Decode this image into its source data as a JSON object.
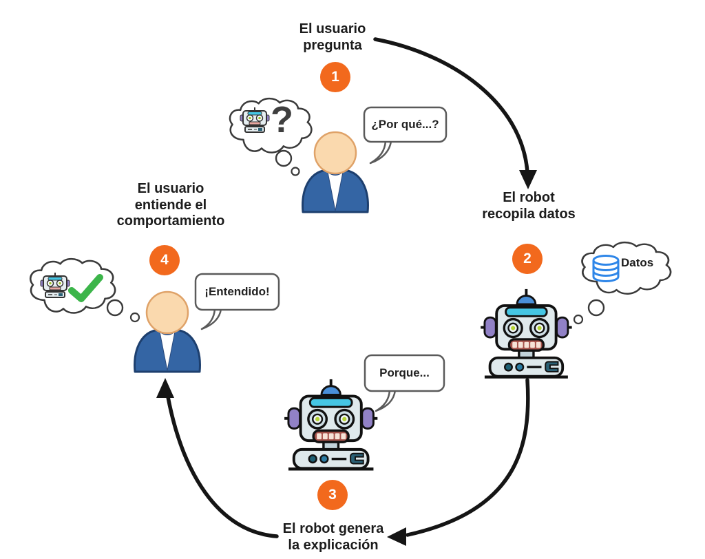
{
  "diagram": {
    "steps": [
      {
        "number": "1",
        "label": "El usuario\npregunta",
        "speech": "¿Por qué...?",
        "thought_symbol": "?"
      },
      {
        "number": "2",
        "label": "El robot\nrecopila datos",
        "thought_label": "Datos"
      },
      {
        "number": "3",
        "label": "El robot genera\nla explicación",
        "speech": "Porque..."
      },
      {
        "number": "4",
        "label": "El usuario\nentiende el\ncomportamiento",
        "speech": "¡Entendido!"
      }
    ],
    "icons": {
      "step1_thought": "robot-icon + question-mark",
      "step2_thought": "database-icon",
      "step4_thought": "robot-icon + check-icon"
    },
    "colors": {
      "accent_orange": "#F2691D",
      "arrow_black": "#151515",
      "database_blue": "#2E86E8",
      "check_green": "#3CB54A",
      "person_suit_blue": "#3465A4",
      "person_skin": "#FAD9AE",
      "robot_body": "#DFE9EC",
      "robot_ear_purple": "#9181C6",
      "robot_band_cyan": "#45C6E4"
    }
  }
}
